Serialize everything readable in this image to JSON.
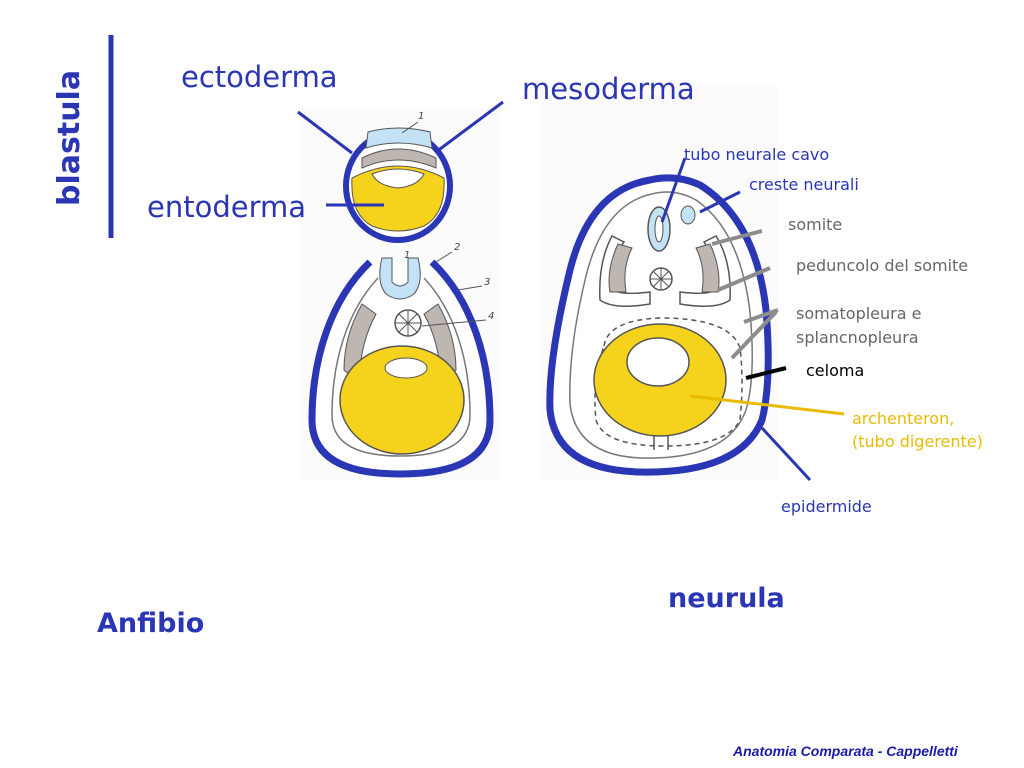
{
  "labels": {
    "blastula": "blastula",
    "ectoderma": "ectoderma",
    "mesoderma": "mesoderma",
    "entoderma": "entoderma",
    "tubo_neurale": "tubo neurale cavo",
    "creste_neurali": "creste neurali",
    "somite": "somite",
    "peduncolo": "peduncolo del somite",
    "somatopleura_1": "somatopleura e",
    "somatopleura_2": "splancnopleura",
    "celoma": "celoma",
    "archenteron_1": "archenteron,",
    "archenteron_2": "(tubo digerente)",
    "epidermide": "epidermide",
    "neurula": "neurula",
    "anfibio": "Anfibio"
  },
  "figure_numbers": {
    "n1a": "1",
    "n1b": "1",
    "n2": "2",
    "n3": "3",
    "n4": "4"
  },
  "footer": "Anatomia Comparata - Cappelletti",
  "colors": {
    "blue": "#2a36b4",
    "yellow": "#f5d21c",
    "neural_blue": "#c4e2f5",
    "mesoderm_gray": "#bdb6b1",
    "gray_line": "#8c8c8c",
    "archenteron_label": "#e8bb00"
  }
}
